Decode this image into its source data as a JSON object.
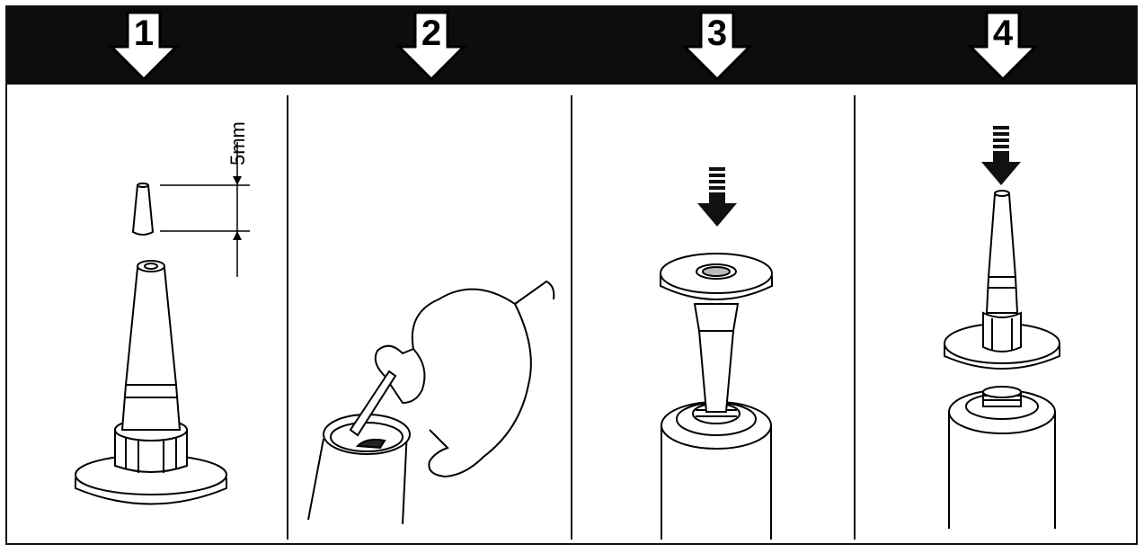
{
  "steps": [
    {
      "number": "1"
    },
    {
      "number": "2"
    },
    {
      "number": "3"
    },
    {
      "number": "4"
    }
  ],
  "annotations": {
    "dimension_label": "5mm"
  },
  "colors": {
    "header": "#0d0d0d",
    "line": "#111111",
    "background": "#ffffff"
  }
}
